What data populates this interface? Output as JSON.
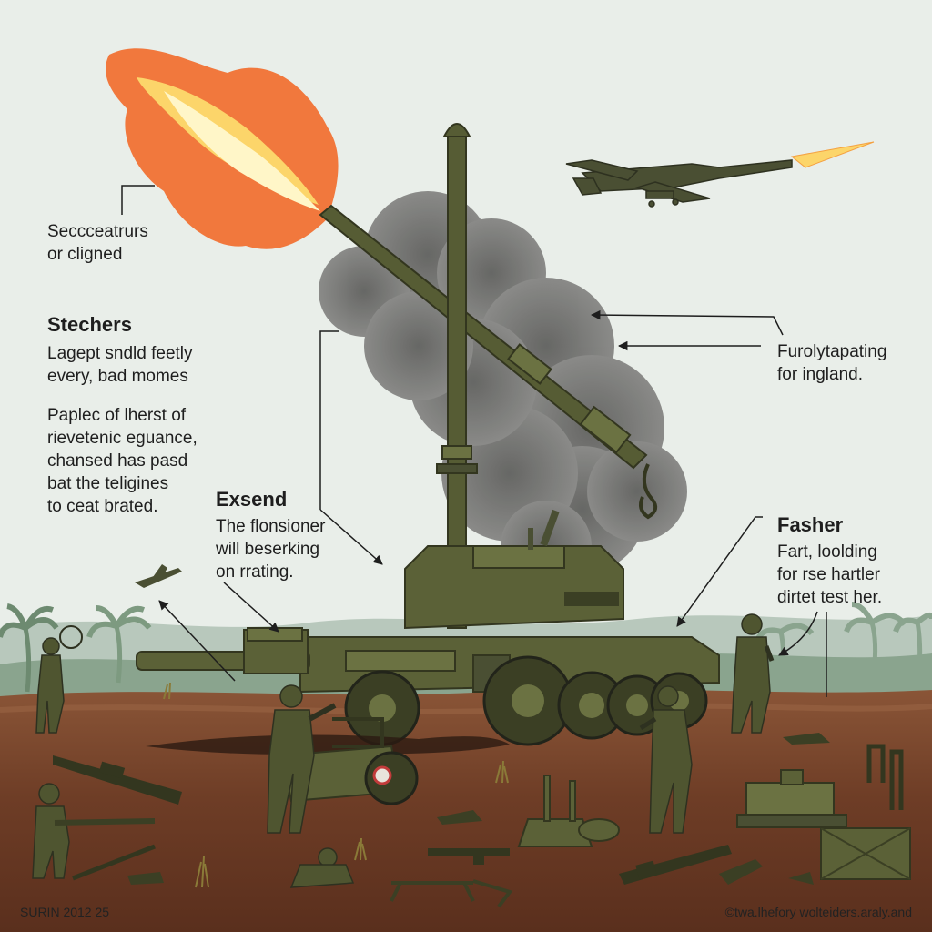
{
  "colors": {
    "sky": "#e9eee9",
    "ground": "#6b3a24",
    "ground_light": "#8a5537",
    "olive": "#4f5530",
    "olive_dark": "#3b3f24",
    "olive_light": "#6b7242",
    "flame_orange": "#f26a2a",
    "flame_yellow": "#fce08a",
    "smoke": "#6d6d6b",
    "palm": "#7d9a80",
    "crate": "#5b6137",
    "text": "#1e1e1e"
  },
  "callouts": {
    "top_left": {
      "lines": [
        "Seccceatrurs",
        "or cligned"
      ]
    },
    "stechers": {
      "heading": "Stechers",
      "lines": [
        "Lagept sndld feetly",
        "every, bad momes"
      ]
    },
    "paplec": {
      "lines": [
        "Paplec of lherst of",
        "rievetenic eguance,",
        "chansed has pasd",
        "bat the teligines",
        "to ceat brated."
      ]
    },
    "exsend": {
      "heading": "Exsend",
      "lines": [
        "The flonsioner",
        "will beserking",
        "on rrating."
      ]
    },
    "right_top": {
      "lines": [
        "Furolytapating",
        "for ingland."
      ]
    },
    "fasher": {
      "heading": "Fasher",
      "lines": [
        "Fart, loolding",
        "for rse hartler",
        "dirtet test her."
      ]
    }
  },
  "footer": {
    "left": "SURIN 2012 25",
    "right": "©twa.lhefory wolteiders.araly.and"
  },
  "icons": [
    "flame-icon",
    "smoke-cloud",
    "aircraft-icon",
    "howitzer",
    "soldier-figure",
    "palm-tree",
    "ammo-crate",
    "rifle-icon",
    "leader-arrow"
  ]
}
